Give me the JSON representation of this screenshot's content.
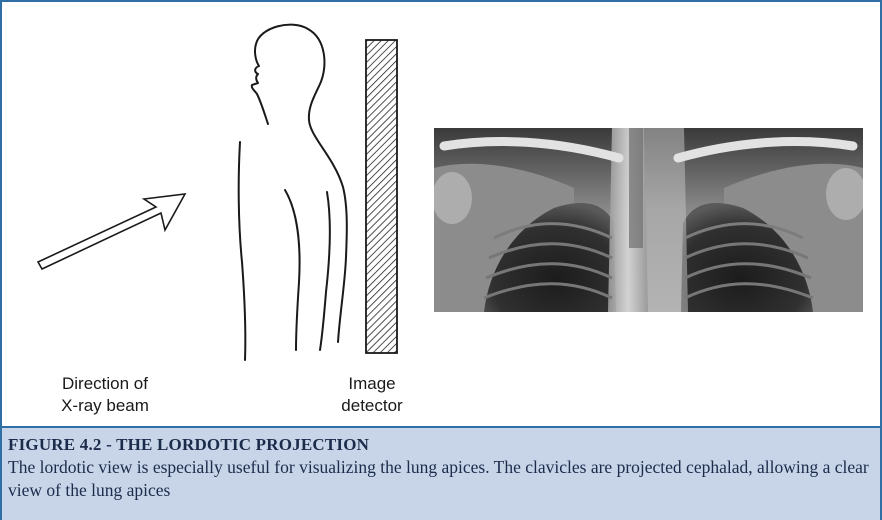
{
  "labels": {
    "beam_line1": "Direction of",
    "beam_line2": "X-ray beam",
    "detector_line1": "Image",
    "detector_line2": "detector"
  },
  "caption": {
    "title": "FIGURE 4.2 - THE LORDOTIC PROJECTION",
    "text": "The lordotic view is especially useful for visualizing the lung apices. The clavicles are projected cephalad, allowing a clear view of the lung apices"
  },
  "colors": {
    "border": "#2f6fa6",
    "caption_bg": "#c8d5e9",
    "caption_text": "#1b2b4a"
  }
}
